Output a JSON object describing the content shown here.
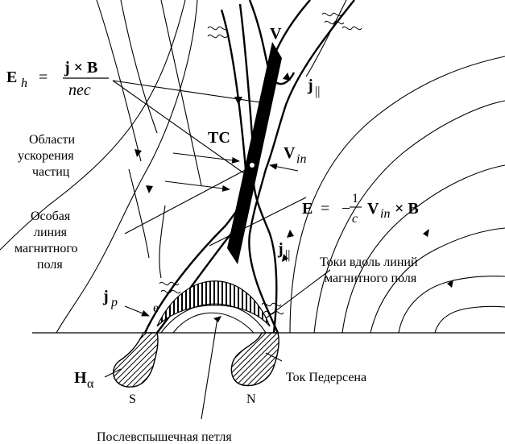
{
  "formulas": {
    "eh": {
      "lhs_main": "E",
      "lhs_sub": "h",
      "equals": "=",
      "numerator": "j × B",
      "denominator": "nec"
    },
    "e_field": {
      "lhs": "E",
      "equals": "=",
      "minus": "−",
      "frac_num": "1",
      "frac_den": "c",
      "v_main": "V",
      "v_sub": "in",
      "tail": "× B"
    }
  },
  "labels": {
    "acceleration_regions": [
      "Области",
      "ускорения",
      "частиц"
    ],
    "singular_line": [
      "Особая",
      "линия",
      "магнитного",
      "поля"
    ],
    "field_aligned_currents": [
      "Токи вдоль линий",
      "магнитного поля"
    ],
    "pedersen_current": "Ток Педерсена",
    "post_flare_loop": "Послевспышечная петля",
    "tc": "TC",
    "v": "V",
    "vin_main": "V",
    "vin_sub": "in",
    "j_parallel_main": "j",
    "j_parallel_sub": "||",
    "j_p_main": "j",
    "j_p_sub": "p",
    "electron": "e",
    "h_alpha_main": "H",
    "h_alpha_sub": "α",
    "south": "S",
    "north": "N"
  }
}
